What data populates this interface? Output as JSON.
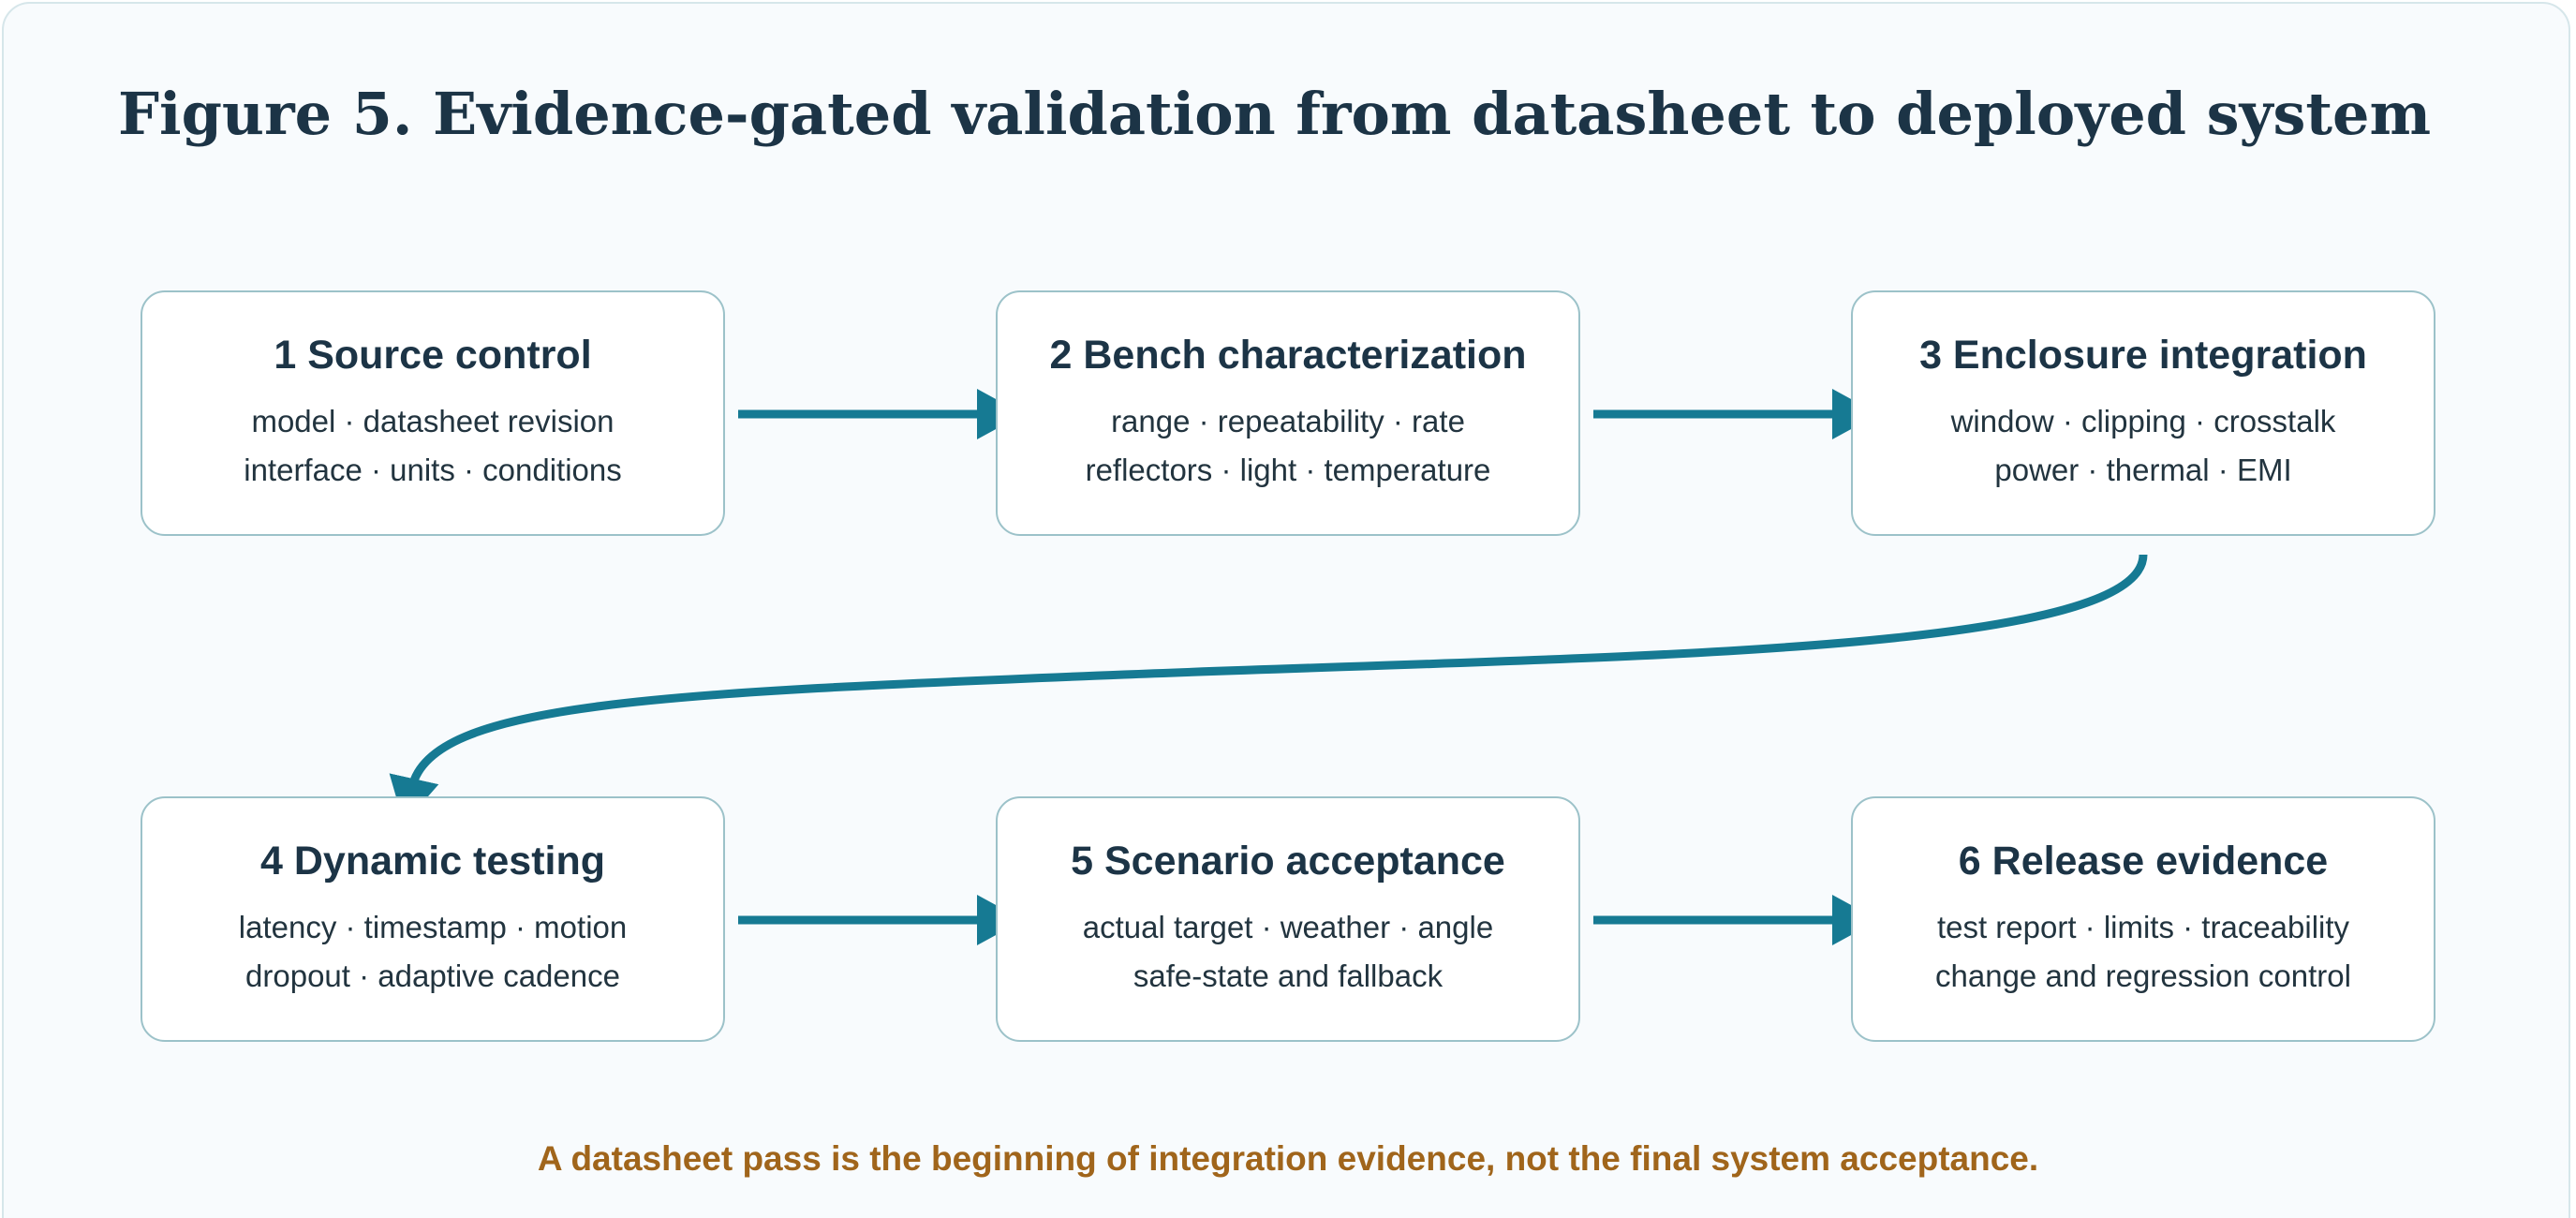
{
  "figure": {
    "title": "Figure 5. Evidence-gated validation from datasheet to deployed system",
    "footnote": "A datasheet pass is the beginning of integration evidence, not the final system acceptance."
  },
  "steps": [
    {
      "title": "1 Source control",
      "lines": [
        "model · datasheet revision",
        "interface · units · conditions"
      ]
    },
    {
      "title": "2 Bench characterization",
      "lines": [
        "range · repeatability · rate",
        "reflectors · light · temperature"
      ]
    },
    {
      "title": "3 Enclosure integration",
      "lines": [
        "window · clipping · crosstalk",
        "power · thermal · EMI"
      ]
    },
    {
      "title": "4 Dynamic testing",
      "lines": [
        "latency · timestamp · motion",
        "dropout · adaptive cadence"
      ]
    },
    {
      "title": "5 Scenario acceptance",
      "lines": [
        "actual target · weather · angle",
        "safe-state and fallback"
      ]
    },
    {
      "title": "6 Release evidence",
      "lines": [
        "test report · limits · traceability",
        "change and regression control"
      ]
    }
  ],
  "colors": {
    "title": "#1c3446",
    "connector": "#167a93",
    "box_border": "#9cc2c9",
    "panel_background": "#f8fbfd",
    "footnote": "#a0651b"
  }
}
